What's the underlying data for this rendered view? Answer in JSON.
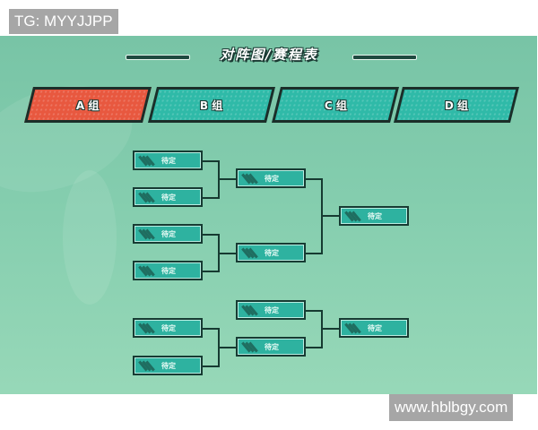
{
  "watermarks": {
    "top": "TG: MYYJJPP",
    "bottom": "www.hblbgy.com"
  },
  "header": {
    "title": "对阵图/赛程表"
  },
  "colors": {
    "background": "#84cdae",
    "active_tab": "#e8583f",
    "inactive_tab": "#2fbaa8",
    "slot": "#2eb2a0",
    "line": "#163a31"
  },
  "tabs": [
    {
      "label": "A 组",
      "active": true
    },
    {
      "label": "B 组",
      "active": false
    },
    {
      "label": "C 组",
      "active": false
    },
    {
      "label": "D 组",
      "active": false
    }
  ],
  "bracket": {
    "upper": {
      "round1": [
        {
          "team": "待定",
          "icon": "team-logo-icon"
        },
        {
          "team": "待定",
          "icon": "team-logo-icon"
        },
        {
          "team": "待定",
          "icon": "team-logo-icon"
        },
        {
          "team": "待定",
          "icon": "team-logo-icon"
        }
      ],
      "round2": [
        {
          "team": "待定",
          "icon": "team-logo-icon"
        },
        {
          "team": "待定",
          "icon": "team-logo-icon"
        }
      ],
      "final": [
        {
          "team": "待定",
          "icon": "team-logo-icon"
        }
      ]
    },
    "lower": {
      "round1": [
        {
          "team": "待定",
          "icon": "team-logo-icon"
        },
        {
          "team": "待定",
          "icon": "team-logo-icon"
        }
      ],
      "round2": [
        {
          "team": "待定",
          "icon": "team-logo-icon"
        },
        {
          "team": "待定",
          "icon": "team-logo-icon"
        }
      ],
      "final": [
        {
          "team": "待定",
          "icon": "team-logo-icon"
        }
      ]
    }
  }
}
